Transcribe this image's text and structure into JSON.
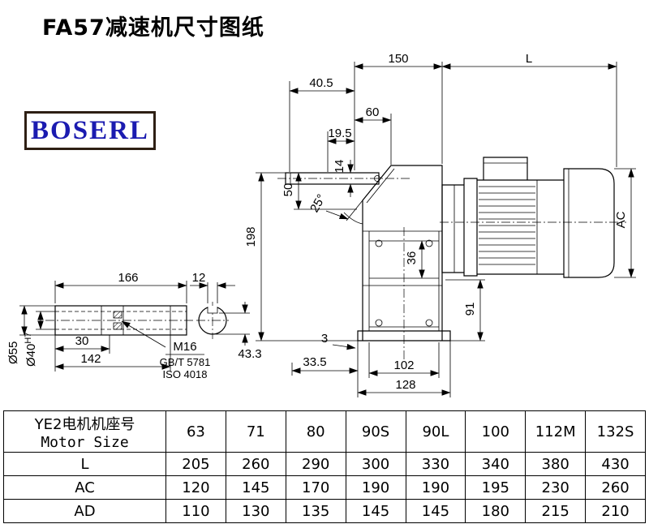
{
  "page": {
    "title": "FA57减速机尺寸图纸"
  },
  "logo": {
    "text": "BOSERL"
  },
  "drawing": {
    "dims": {
      "top_width_motor": "150",
      "motor_length": "L",
      "d40_5": "40.5",
      "d60": "60",
      "d19_5": "19.5",
      "d14": "14",
      "d50": "50",
      "angle": "25°",
      "d198": "198",
      "motor_diameter": "AC",
      "d36": "36",
      "d91": "91",
      "d3": "3",
      "d33_5": "33.5",
      "d102": "102",
      "d128": "128",
      "shaft_length": "166",
      "keyway_width": "12",
      "d30": "30",
      "d142": "142",
      "keyway_depth": "43.3",
      "outer_dia": "Ø55",
      "bore_dia": "Ø40",
      "bore_tol": "H7",
      "thread": "M16",
      "thread_std": "GB/T 5781",
      "thread_iso": "ISO 4018"
    }
  },
  "table": {
    "header_cn": "YE2电机机座号",
    "header_en": "Motor Size",
    "sizes": [
      "63",
      "71",
      "80",
      "90S",
      "90L",
      "100",
      "112M",
      "132S"
    ],
    "rows": [
      {
        "label": "L",
        "values": [
          "205",
          "260",
          "290",
          "300",
          "330",
          "340",
          "380",
          "430"
        ]
      },
      {
        "label": "AC",
        "values": [
          "120",
          "145",
          "170",
          "190",
          "190",
          "195",
          "230",
          "260"
        ]
      },
      {
        "label": "AD",
        "values": [
          "110",
          "130",
          "135",
          "145",
          "145",
          "180",
          "215",
          "210"
        ]
      }
    ]
  }
}
